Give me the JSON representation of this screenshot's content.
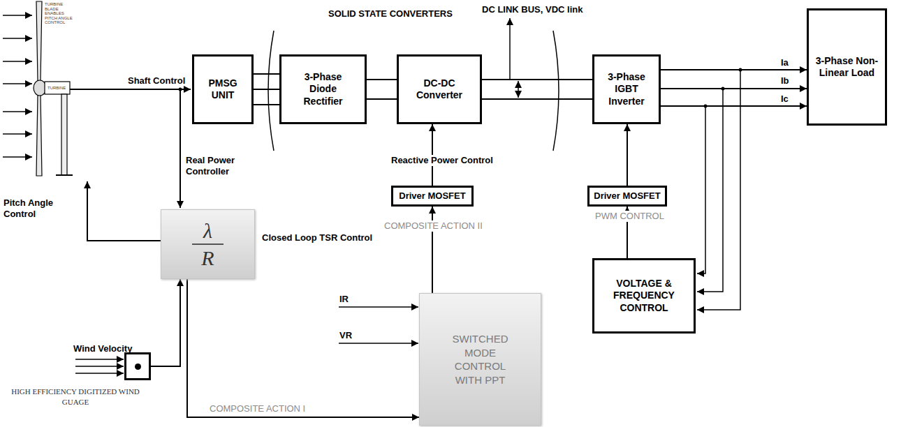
{
  "diagram": {
    "nodes": [
      {
        "text": [
          "PMSG UNIT"
        ]
      },
      {
        "text": [
          "3-Phase Diode Rectifier"
        ]
      },
      {
        "text": [
          "DC-DC Converter"
        ]
      },
      {
        "text": [
          "3-Phase IGBT Inverter"
        ]
      },
      {
        "text": [
          "3-Phase Non-Linear Load"
        ]
      },
      {
        "text": [
          "λ",
          "R"
        ]
      },
      {
        "text": [
          "Driver MOSFET"
        ]
      },
      {
        "text": [
          "Driver MOSFET"
        ]
      },
      {
        "text": [
          "SWITCHED MODE CONTROL WITH PPT"
        ]
      },
      {
        "text": [
          "VOLTAGE & FREQUENCY CONTROL"
        ]
      },
      {
        "text": [
          "HIGH EFFICIENCY DIGITIZED WIND GUAGE"
        ]
      }
    ],
    "edges": [
      {
        "from": 0,
        "to": 1,
        "arrow": "none"
      },
      {
        "from": 1,
        "to": 2,
        "arrow": "none"
      },
      {
        "from": 2,
        "to": 3,
        "arrow": "none"
      },
      {
        "from": 3,
        "to": 4,
        "arrow": "to",
        "label": "Ia"
      },
      {
        "from": 3,
        "to": 4,
        "arrow": "to",
        "label": "Ib"
      },
      {
        "from": 3,
        "to": 4,
        "arrow": "to",
        "label": "Ic"
      },
      {
        "from": 10,
        "to": 5,
        "arrow": "to"
      },
      {
        "from": 5,
        "to": 8,
        "arrow": "to",
        "label": "COMPOSITE ACTION I"
      },
      {
        "from": 8,
        "to": 6,
        "arrow": "to",
        "label": "COMPOSITE ACTION II"
      },
      {
        "from": 6,
        "to": 2,
        "arrow": "to"
      },
      {
        "from": 9,
        "to": 7,
        "arrow": "to",
        "label": "PWM CONTROL"
      },
      {
        "from": 7,
        "to": 3,
        "arrow": "to"
      }
    ],
    "labels": [
      "SOLID STATE CONVERTERS",
      "DC LINK BUS, VDC link",
      "TURBINE BLADE ENABLES PITCH ANGLE CONTROL",
      "TURBINE",
      "Shaft Control",
      "Real Power Controller",
      "Pitch Angle Control",
      "Closed Loop TSR Control",
      "Reactive Power Control",
      "Wind Velocity",
      "IR",
      "VR"
    ]
  }
}
